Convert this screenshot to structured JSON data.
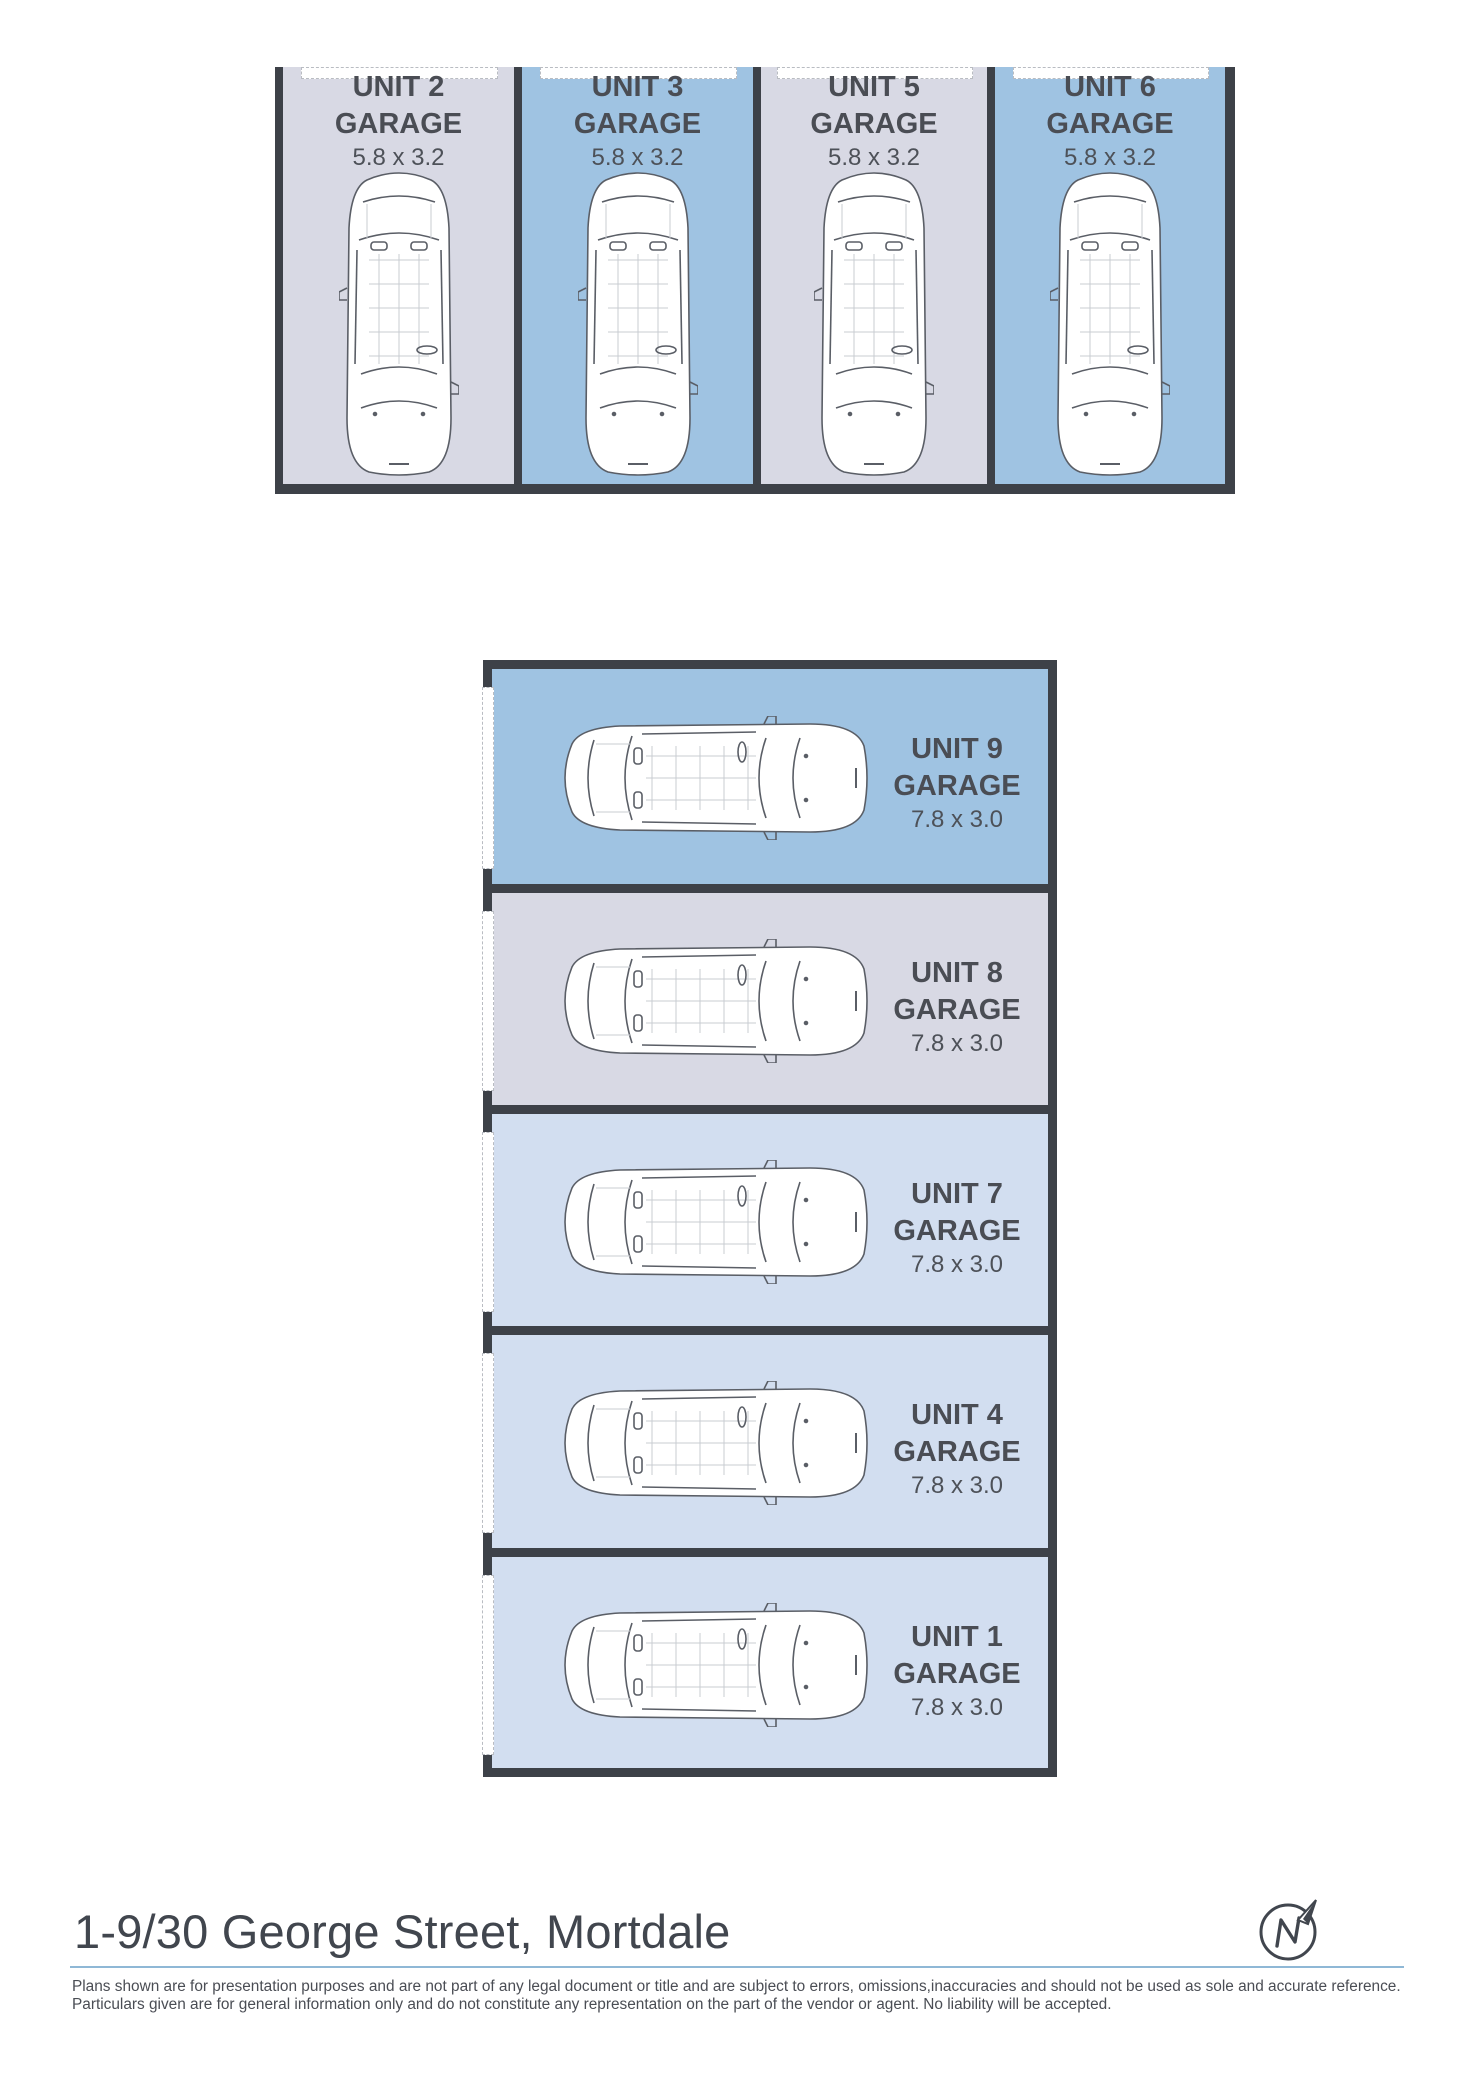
{
  "top_row": [
    {
      "unit": "UNIT 2",
      "type": "GARAGE",
      "size": "5.8 x 3.2",
      "fill": "#d8d9e4"
    },
    {
      "unit": "UNIT 3",
      "type": "GARAGE",
      "size": "5.8 x 3.2",
      "fill": "#9fc3e2"
    },
    {
      "unit": "UNIT 5",
      "type": "GARAGE",
      "size": "5.8 x 3.2",
      "fill": "#d8d9e4"
    },
    {
      "unit": "UNIT 6",
      "type": "GARAGE",
      "size": "5.8 x 3.2",
      "fill": "#9fc3e2"
    }
  ],
  "bottom_column": [
    {
      "unit": "UNIT 9",
      "type": "GARAGE",
      "size": "7.8 x 3.0",
      "fill": "#9fc3e2"
    },
    {
      "unit": "UNIT 8",
      "type": "GARAGE",
      "size": "7.8 x 3.0",
      "fill": "#d8d9e4"
    },
    {
      "unit": "UNIT 7",
      "type": "GARAGE",
      "size": "7.8 x 3.0",
      "fill": "#d2def0"
    },
    {
      "unit": "UNIT 4",
      "type": "GARAGE",
      "size": "7.8 x 3.0",
      "fill": "#d2def0"
    },
    {
      "unit": "UNIT 1",
      "type": "GARAGE",
      "size": "7.8 x 3.0",
      "fill": "#d2def0"
    }
  ],
  "footer": {
    "address": "1-9/30 George Street, Mortdale",
    "disclaimer": "Plans shown are for presentation purposes and are not part of any legal document or title and are subject to errors, omissions,inaccuracies and should not be used as sole and accurate reference. Particulars given are for general information only and do not constitute any representation on the part of the vendor or agent. No liability will be accepted."
  },
  "north_arrow": {
    "icon": "north-arrow-icon",
    "letter": "N"
  },
  "colors": {
    "wall": "#3d4148",
    "light_blue": "#9fc3e2",
    "grey": "#d8d9e4",
    "pale_blue": "#d2def0",
    "accent_line": "#8fb8d6"
  }
}
